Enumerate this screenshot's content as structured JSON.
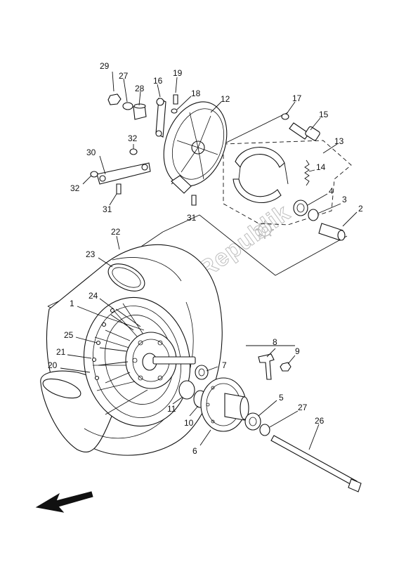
{
  "watermark": "PartsRepublik",
  "callouts": [
    {
      "id": "c1",
      "label": "1"
    },
    {
      "id": "c2",
      "label": "2"
    },
    {
      "id": "c3",
      "label": "3"
    },
    {
      "id": "c4",
      "label": "4"
    },
    {
      "id": "c5",
      "label": "5"
    },
    {
      "id": "c6",
      "label": "6"
    },
    {
      "id": "c7",
      "label": "7"
    },
    {
      "id": "c8",
      "label": "8"
    },
    {
      "id": "c9",
      "label": "9"
    },
    {
      "id": "c10",
      "label": "10"
    },
    {
      "id": "c11",
      "label": "11"
    },
    {
      "id": "c12",
      "label": "12"
    },
    {
      "id": "c13",
      "label": "13"
    },
    {
      "id": "c14",
      "label": "14"
    },
    {
      "id": "c15",
      "label": "15"
    },
    {
      "id": "c16",
      "label": "16"
    },
    {
      "id": "c17",
      "label": "17"
    },
    {
      "id": "c18",
      "label": "18"
    },
    {
      "id": "c19",
      "label": "19"
    },
    {
      "id": "c20",
      "label": "20"
    },
    {
      "id": "c21",
      "label": "21"
    },
    {
      "id": "c22",
      "label": "22"
    },
    {
      "id": "c23",
      "label": "23"
    },
    {
      "id": "c24",
      "label": "24"
    },
    {
      "id": "c25",
      "label": "25"
    },
    {
      "id": "c26",
      "label": "26"
    },
    {
      "id": "c27a",
      "label": "27"
    },
    {
      "id": "c27b",
      "label": "27"
    },
    {
      "id": "c28",
      "label": "28"
    },
    {
      "id": "c29",
      "label": "29"
    },
    {
      "id": "c30",
      "label": "30"
    },
    {
      "id": "c31a",
      "label": "31"
    },
    {
      "id": "c31b",
      "label": "31"
    },
    {
      "id": "c32a",
      "label": "32"
    },
    {
      "id": "c32b",
      "label": "32"
    }
  ],
  "colors": {
    "line": "#111111",
    "watermark": "#bdbdbd",
    "background": "#ffffff"
  },
  "icons": [
    "direction-arrow-icon",
    "gear-watermark-icon"
  ]
}
